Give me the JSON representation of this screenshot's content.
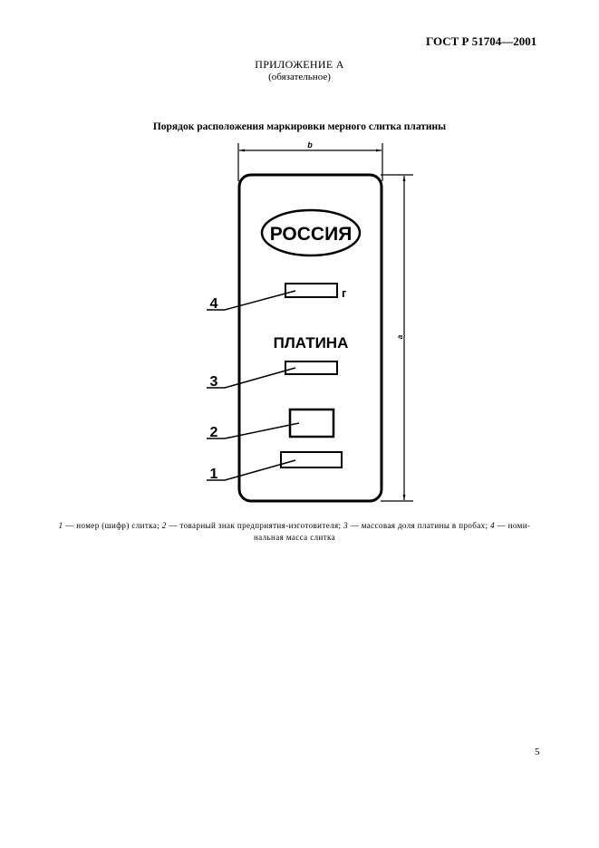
{
  "header": {
    "standard_code": "ГОСТ Р 51704—2001"
  },
  "appendix": {
    "title": "ПРИЛОЖЕНИЕ А",
    "status": "(обязательное)"
  },
  "figure": {
    "title": "Порядок расположения маркировки мерного слитка платины",
    "dimension_width_label": "b",
    "dimension_height_label": "a",
    "emblem_text": "РОССИЯ",
    "metal_text": "ПЛАТИНА",
    "unit_text": "г",
    "callouts": [
      {
        "number": "1"
      },
      {
        "number": "2"
      },
      {
        "number": "3"
      },
      {
        "number": "4"
      }
    ]
  },
  "caption": {
    "items": [
      {
        "num": "1",
        "text": " — номер (шифр) слитка; "
      },
      {
        "num": "2",
        "text": " — товарный знак предприятия-изготовителя; "
      },
      {
        "num": "3",
        "text": " — массовая доля платины в пробах; "
      },
      {
        "num": "4",
        "text": " — номи-"
      }
    ],
    "continuation": "нальная масса слитка"
  },
  "footer": {
    "page_number": "5"
  }
}
